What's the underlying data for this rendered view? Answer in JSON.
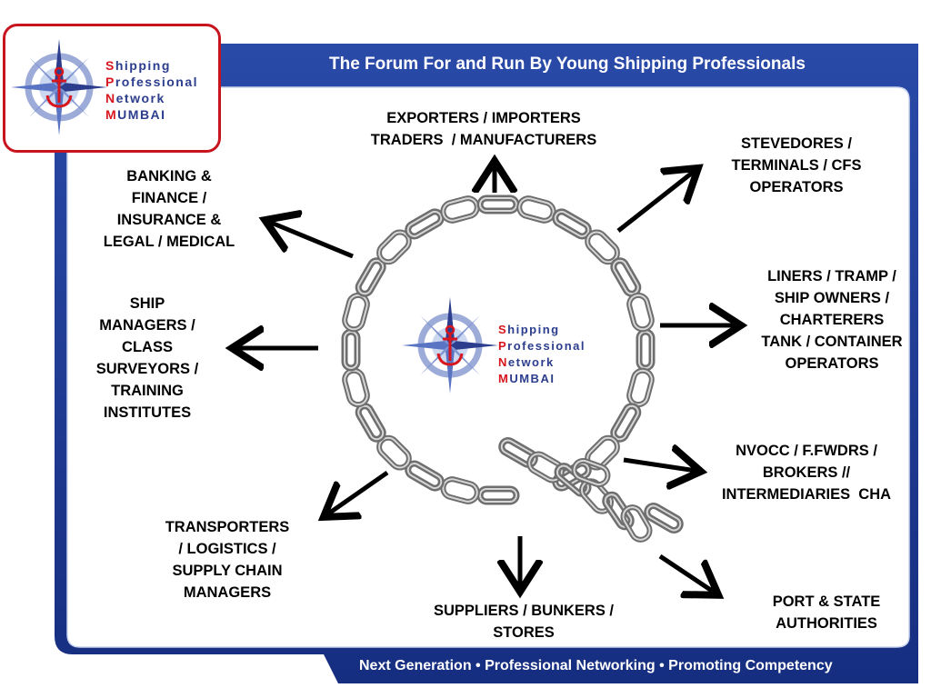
{
  "header": {
    "title": "The Forum For and Run By Young Shipping Professionals"
  },
  "footer": {
    "tagline": "Next Generation • Professional Networking • Promoting Competency"
  },
  "logo": {
    "lines": [
      {
        "cap": "S",
        "rest": "hipping"
      },
      {
        "cap": "P",
        "rest": "rofessional"
      },
      {
        "cap": "N",
        "rest": "etwork"
      },
      {
        "cap": "M",
        "rest": "UMBAI"
      }
    ]
  },
  "nodes": {
    "exporters": [
      "EXPORTERS / IMPORTERS",
      "TRADERS  / MANUFACTURERS"
    ],
    "stevedores": [
      "STEVEDORES /",
      "TERMINALS / CFS",
      "OPERATORS"
    ],
    "banking": [
      "BANKING &",
      "FINANCE /",
      "INSURANCE &",
      "LEGAL / MEDICAL"
    ],
    "liners": [
      "LINERS / TRAMP /",
      "SHIP OWNERS /",
      "CHARTERERS",
      "TANK / CONTAINER",
      "OPERATORS"
    ],
    "ship_managers": [
      "SHIP",
      "MANAGERS /",
      "CLASS",
      "SURVEYORS /",
      "TRAINING",
      "INSTITUTES"
    ],
    "nvocc": [
      "NVOCC / F.FWDRS /",
      "BROKERS //",
      "INTERMEDIARIES  CHA"
    ],
    "transporters": [
      "TRANSPORTERS",
      "/ LOGISTICS /",
      "SUPPLY CHAIN",
      "MANAGERS"
    ],
    "suppliers": [
      "SUPPLIERS / BUNKERS /",
      "STORES"
    ],
    "port": [
      "PORT & STATE",
      "AUTHORITIES"
    ]
  },
  "colors": {
    "navy": "#1f3a93",
    "logo_red": "#d8161e",
    "logo_blue": "#2b3d8c",
    "chain": "#7a7a7a"
  },
  "icons": {
    "logo": "compass-anchor-icon",
    "center": "chain-ring-icon"
  }
}
